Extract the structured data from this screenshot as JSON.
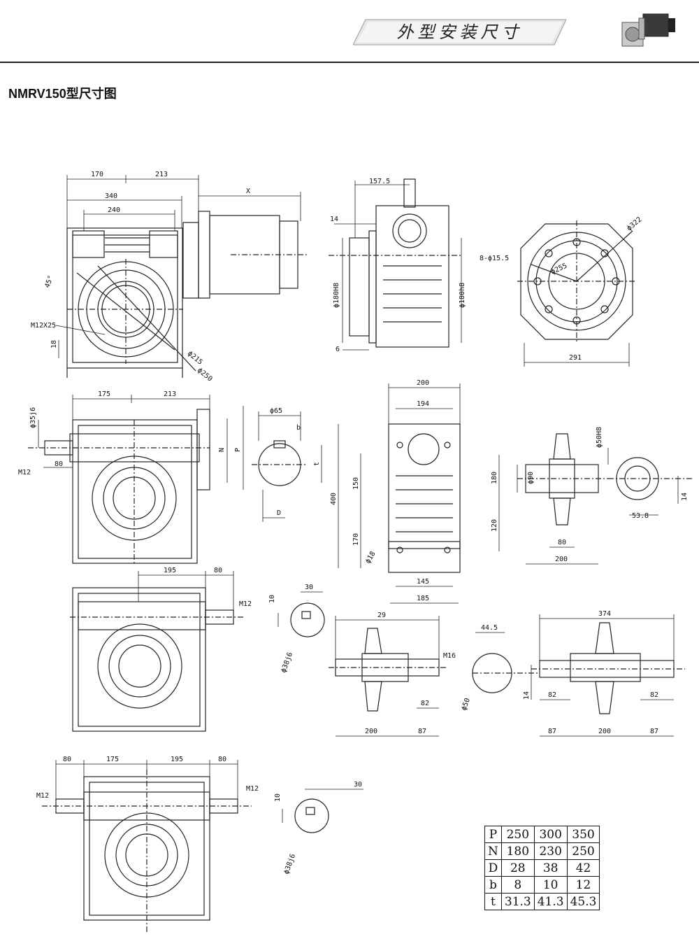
{
  "header": {
    "banner_title": "外型安装尺寸"
  },
  "page": {
    "title": "NMRV150型尺寸图"
  },
  "dims": {
    "d170": "170",
    "d213a": "213",
    "d340": "340",
    "d240": "240",
    "dX": "X",
    "d45": "45°",
    "dM12x25": "M12X25",
    "d18": "18",
    "d215": "ϕ215",
    "d250": "ϕ250",
    "d1575": "157.5",
    "d14a": "14",
    "d180H8": "ϕ180H8",
    "d180h8": "ϕ180h8",
    "d6": "6",
    "d322": "ϕ322",
    "d8x155": "8-ϕ15.5",
    "d255": "ϕ255",
    "d291": "291",
    "d175a": "175",
    "d213b": "213",
    "d35j6": "ϕ35j6",
    "dM12a": "M12",
    "d80a": "80",
    "dN": "N",
    "dP": "P",
    "d65": "ϕ65",
    "db": "b",
    "dt": "t",
    "dD": "D",
    "d200a": "200",
    "d194": "194",
    "d400": "400",
    "d150": "150",
    "d180": "180",
    "d170b": "170",
    "d120": "120",
    "d18b": "ϕ18",
    "d145": "145",
    "d185": "185",
    "d50H8": "ϕ50H8",
    "d90": "ϕ90",
    "d14b": "14",
    "d538": "53.8",
    "d80b": "80",
    "d200b": "200",
    "d195a": "195",
    "d80c": "80",
    "dM12b": "M12",
    "d10a": "10",
    "d30a": "30",
    "d38j6a": "ϕ38j6",
    "d29": "29",
    "dM16": "M16",
    "d82a": "82",
    "d200c": "200",
    "d87a": "87",
    "d445": "44.5",
    "d50": "ϕ50",
    "d14c": "14",
    "d374": "374",
    "d82b": "82",
    "d82c": "82",
    "d87b": "87",
    "d200d": "200",
    "d87c": "87",
    "d80d": "80",
    "d175b": "175",
    "d195b": "195",
    "d80e": "80",
    "dM12c": "M12",
    "dM12d": "M12",
    "d10b": "10",
    "d30b": "30",
    "d38j6b": "ϕ38j6"
  },
  "table": {
    "rows": [
      {
        "key": "P",
        "values": [
          "250",
          "300",
          "350"
        ]
      },
      {
        "key": "N",
        "values": [
          "180",
          "230",
          "250"
        ]
      },
      {
        "key": "D",
        "values": [
          "28",
          "38",
          "42"
        ]
      },
      {
        "key": "b",
        "values": [
          "8",
          "10",
          "12"
        ]
      },
      {
        "key": "t",
        "values": [
          "31.3",
          "41.3",
          "45.3"
        ]
      }
    ]
  }
}
